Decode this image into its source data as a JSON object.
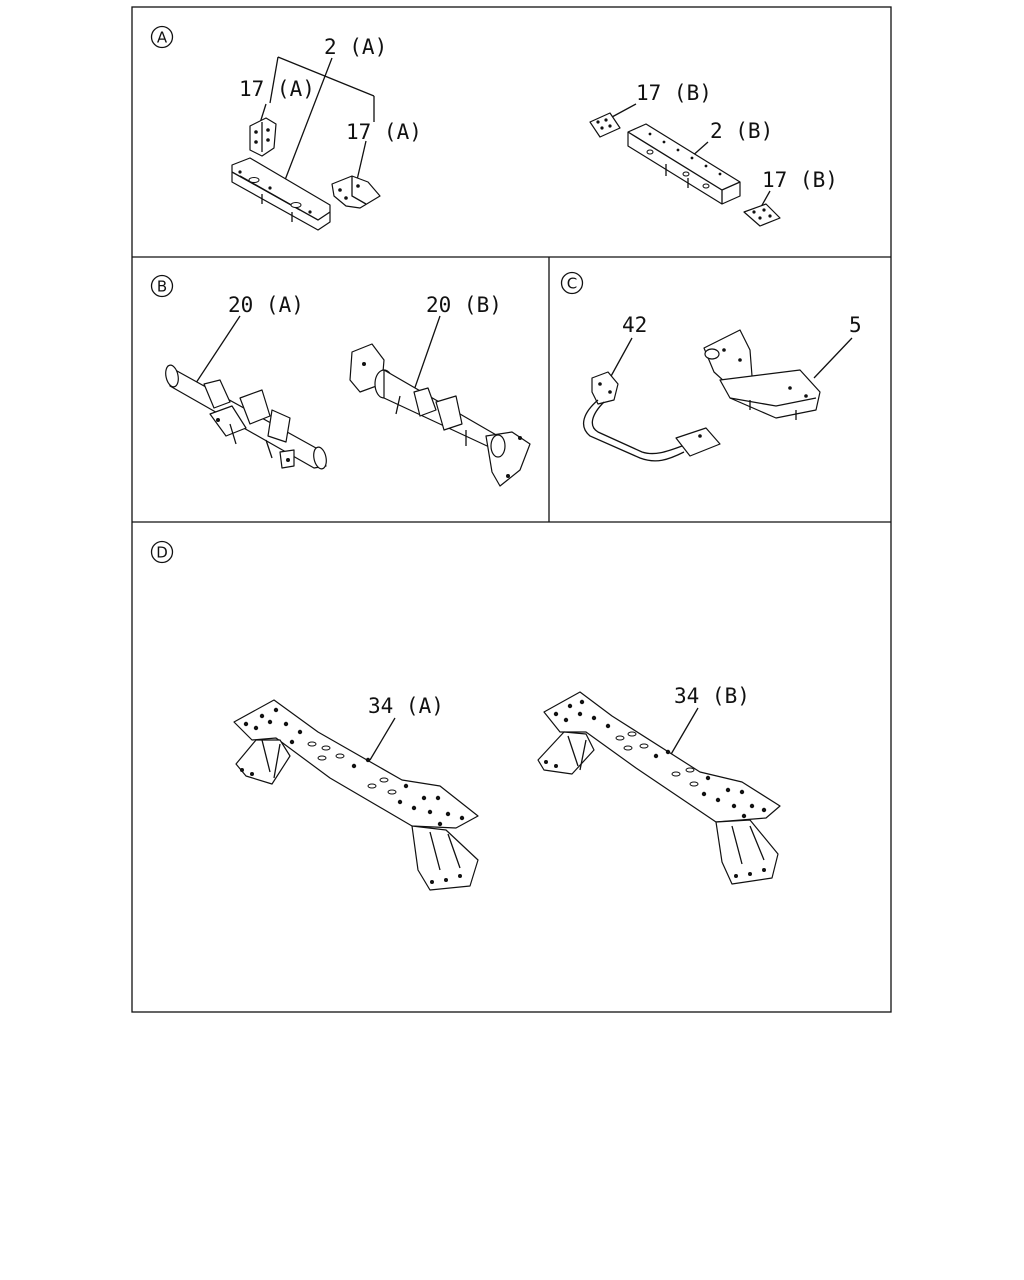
{
  "sections": [
    {
      "id": "A",
      "letter": "A",
      "callouts": [
        "2 (A)",
        "17 (A)",
        "17 (A)",
        "17 (B)",
        "2 (B)",
        "17 (B)"
      ]
    },
    {
      "id": "B",
      "letter": "B",
      "callouts": [
        "20 (A)",
        "20 (B)"
      ]
    },
    {
      "id": "C",
      "letter": "C",
      "callouts": [
        "42",
        "5"
      ]
    },
    {
      "id": "D",
      "letter": "D",
      "callouts": [
        "34 (A)",
        "34 (B)"
      ]
    }
  ]
}
